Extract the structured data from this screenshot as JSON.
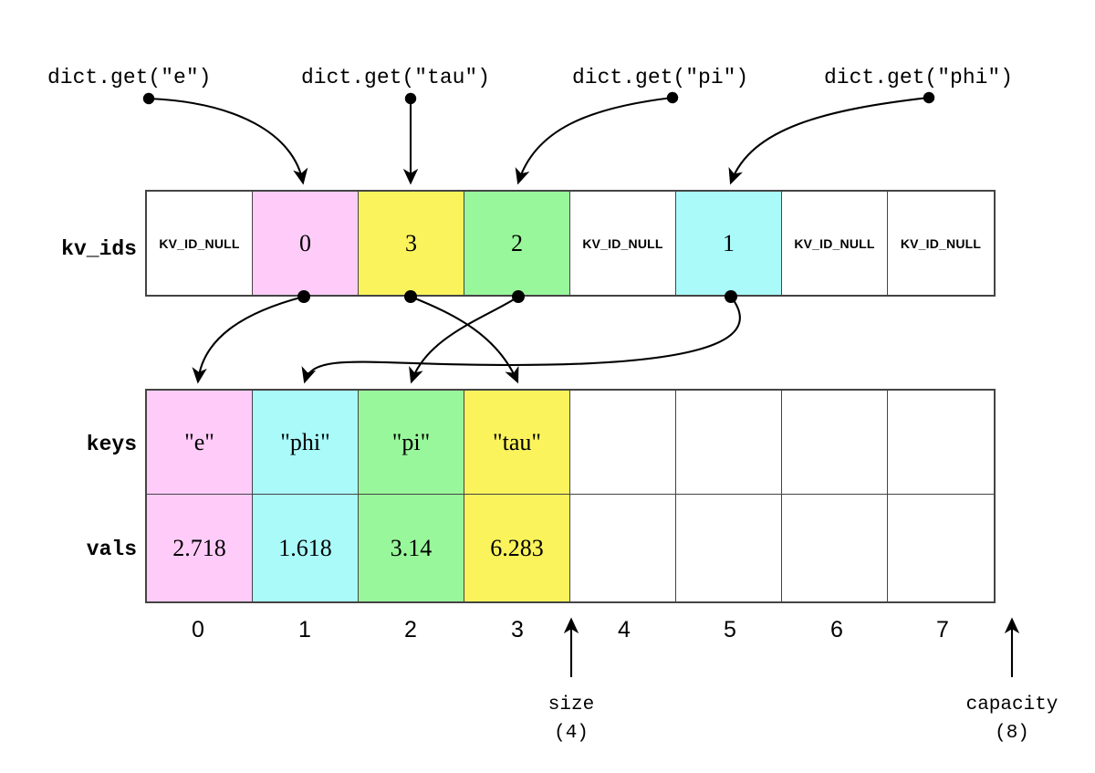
{
  "diagram": {
    "title_present": false,
    "calls": [
      {
        "label": "dict.get(\"e\")",
        "key": "e",
        "slot": 1
      },
      {
        "label": "dict.get(\"tau\")",
        "key": "tau",
        "slot": 2
      },
      {
        "label": "dict.get(\"pi\")",
        "key": "pi",
        "slot": 3
      },
      {
        "label": "dict.get(\"phi\")",
        "key": "phi",
        "slot": 5
      }
    ],
    "rows": {
      "kv_ids_label": "kv_ids",
      "keys_label": "keys",
      "vals_label": "vals"
    },
    "kv_ids": {
      "null_text": "KV_ID_NULL",
      "cells": [
        {
          "value": "KV_ID_NULL",
          "null": true,
          "color": "#ffffff"
        },
        {
          "value": "0",
          "null": false,
          "color": "#ffccf9"
        },
        {
          "value": "3",
          "null": false,
          "color": "#fbf35c"
        },
        {
          "value": "2",
          "null": false,
          "color": "#99f79b"
        },
        {
          "value": "KV_ID_NULL",
          "null": true,
          "color": "#ffffff"
        },
        {
          "value": "1",
          "null": false,
          "color": "#aafafa"
        },
        {
          "value": "KV_ID_NULL",
          "null": true,
          "color": "#ffffff"
        },
        {
          "value": "KV_ID_NULL",
          "null": true,
          "color": "#ffffff"
        }
      ]
    },
    "keys": {
      "cells": [
        "\"e\"",
        "\"phi\"",
        "\"pi\"",
        "\"tau\"",
        "",
        "",
        "",
        ""
      ]
    },
    "vals": {
      "cells": [
        "2.718",
        "1.618",
        "3.14",
        "6.283",
        "",
        "",
        "",
        ""
      ]
    },
    "kv_colors": [
      "#ffccf9",
      "#aafafa",
      "#99f79b",
      "#fbf35c",
      "#ffffff",
      "#ffffff",
      "#ffffff",
      "#ffffff"
    ],
    "indices": [
      "0",
      "1",
      "2",
      "3",
      "4",
      "5",
      "6",
      "7"
    ],
    "annotations": [
      {
        "name": "size",
        "label": "size",
        "value": "(4)",
        "at_index": 4
      },
      {
        "name": "capacity",
        "label": "capacity",
        "value": "(8)",
        "at_index": 8
      }
    ],
    "colors": {
      "pink": "#ffccf9",
      "yellow": "#fbf35c",
      "green": "#99f79b",
      "cyan": "#aafafa",
      "white": "#ffffff",
      "stroke": "#444444",
      "ink": "#000000"
    }
  }
}
